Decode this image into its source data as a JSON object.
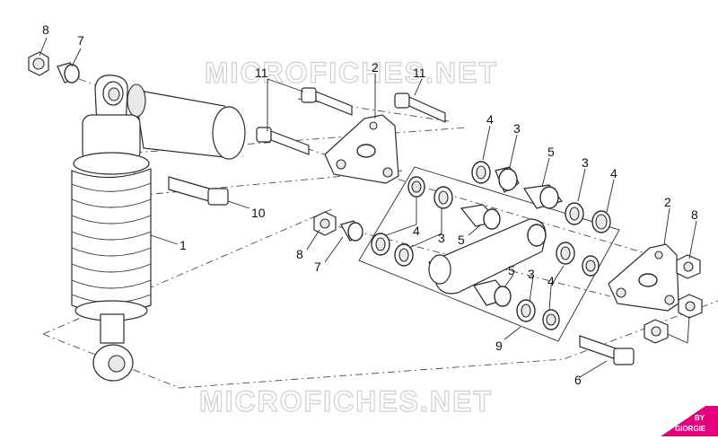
{
  "watermark": {
    "top": "MICROFICHES.NET",
    "bottom": "MICROFICHES.NET"
  },
  "brand_badge": {
    "line1": "BY",
    "line2": "GIORGIE",
    "color": "#e6007e"
  },
  "callouts": {
    "c1": "1",
    "c2a": "2",
    "c2b": "2",
    "c3a": "3",
    "c3b": "3",
    "c3c": "3",
    "c3d": "3",
    "c4a": "4",
    "c4b": "4",
    "c4c": "4",
    "c4d": "4",
    "c5a": "5",
    "c5b": "5",
    "c5c": "5",
    "c6": "6",
    "c7a": "7",
    "c7b": "7",
    "c8a": "8",
    "c8b": "8",
    "c8c": "8",
    "c9": "9",
    "c10": "10",
    "c11a": "11",
    "c11b": "11"
  }
}
